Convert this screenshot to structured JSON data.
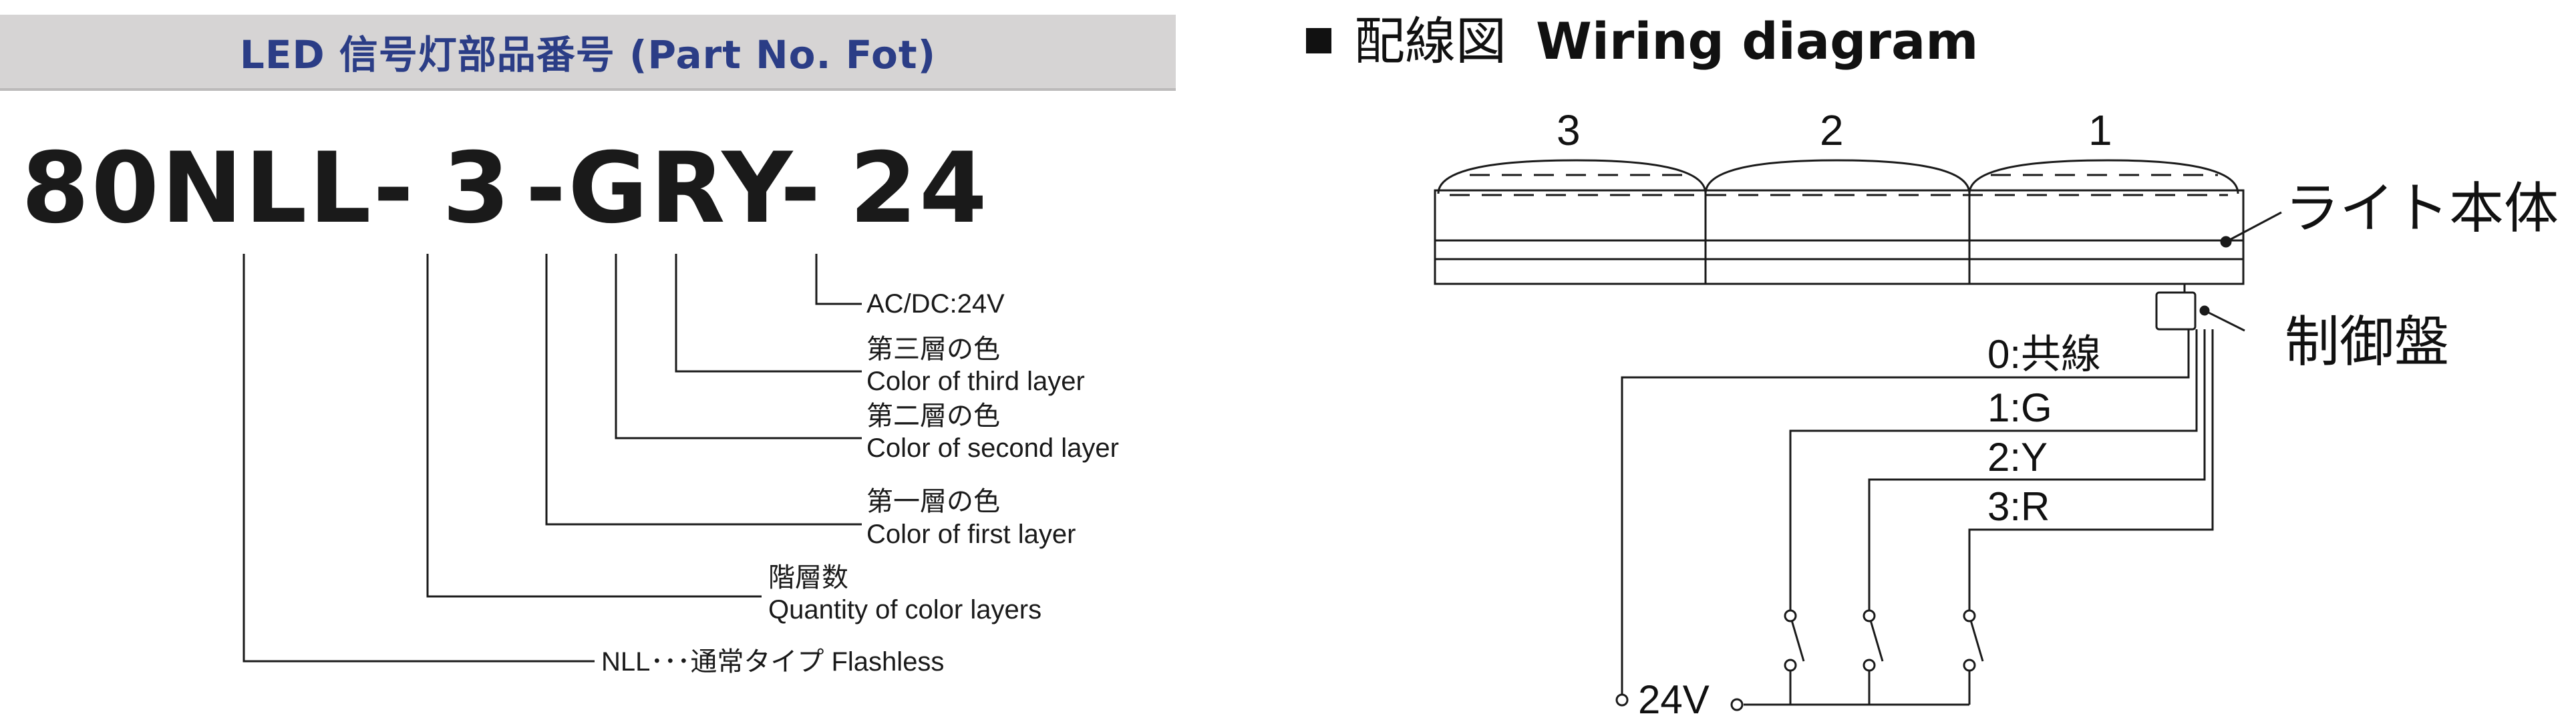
{
  "left_panel": {
    "banner_title": "LED 信号灯部品番号 (Part No. Fot)",
    "part_number": {
      "series": "80NLL-",
      "layers": "3",
      "sep1": "-",
      "colors": "GRY-",
      "voltage": "24"
    },
    "callouts": {
      "voltage": {
        "en": "AC/DC:24V"
      },
      "third": {
        "jp": "第三層の色",
        "en": "Color of third layer"
      },
      "second": {
        "jp": "第二層の色",
        "en": "Color of second layer"
      },
      "first": {
        "jp": "第一層の色",
        "en": "Color of first layer"
      },
      "quantity": {
        "jp": "階層数",
        "en": "Quantity of color layers"
      },
      "type": {
        "en": "NLL･･･通常タイプ Flashless"
      }
    }
  },
  "wiring": {
    "title_jp": "配線図",
    "title_en": "Wiring diagram",
    "tier_numbers": [
      "3",
      "2",
      "1"
    ],
    "light_body_label": "ライト本体",
    "control_panel_label": "制御盤",
    "wires": [
      "0:共線",
      "1:G",
      "2:Y",
      "3:R"
    ],
    "supply_label": "24V"
  },
  "colors": {
    "banner_bg": "#d6d4d4",
    "banner_text": "#2b3d86",
    "line": "#1a1a1a"
  }
}
